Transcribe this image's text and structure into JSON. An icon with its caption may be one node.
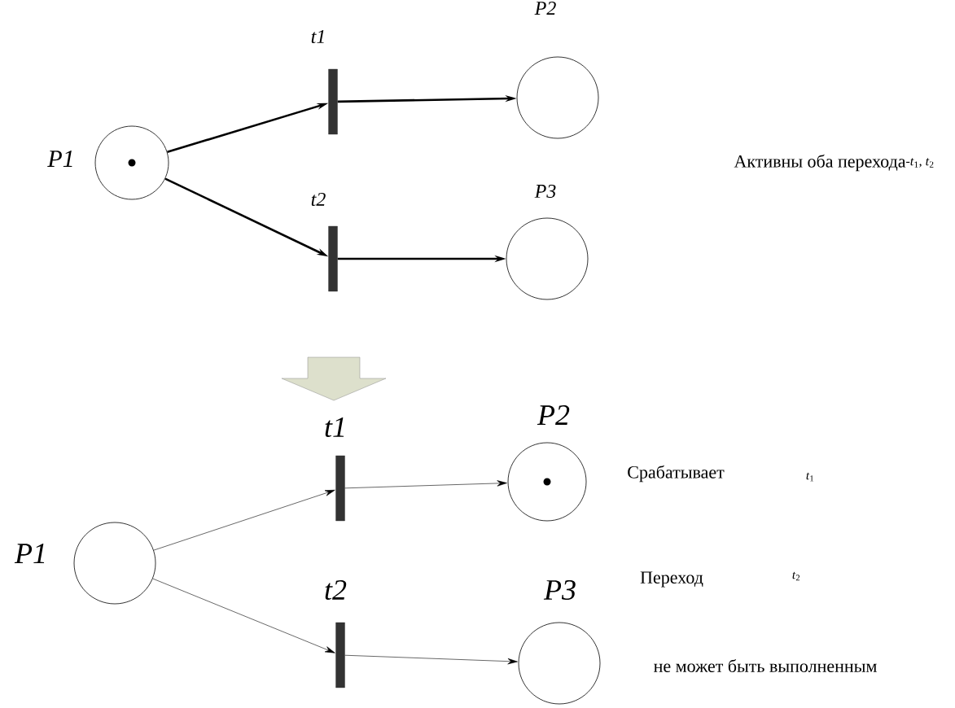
{
  "diagram": {
    "nodes": [
      {
        "text": [],
        "shape": "circle",
        "beside": [
          "P1"
        ]
      },
      {
        "text": [],
        "shape": "bar",
        "beside": [
          "t1"
        ]
      },
      {
        "text": [],
        "shape": "circle",
        "beside": [
          "P2"
        ]
      },
      {
        "text": [],
        "shape": "bar",
        "beside": [
          "t2"
        ]
      },
      {
        "text": [],
        "shape": "circle",
        "beside": [
          "P3"
        ]
      },
      {
        "text": [],
        "shape": "bar",
        "beside": [
          "t1"
        ]
      },
      {
        "text": [],
        "shape": "circle",
        "beside": [
          "P2"
        ]
      },
      {
        "text": [],
        "shape": "circle",
        "beside": [
          "P1"
        ]
      },
      {
        "text": [],
        "shape": "bar",
        "beside": [
          "t2"
        ]
      },
      {
        "text": [],
        "shape": "circle",
        "beside": [
          "P3"
        ]
      }
    ],
    "edges": [
      {
        "from": 0,
        "to": 1,
        "arrow": "to",
        "style": "thick"
      },
      {
        "from": 1,
        "to": 2,
        "arrow": "to",
        "style": "thick"
      },
      {
        "from": 0,
        "to": 3,
        "arrow": "to",
        "style": "thick"
      },
      {
        "from": 3,
        "to": 4,
        "arrow": "to",
        "style": "thick"
      },
      {
        "from": 7,
        "to": 5,
        "arrow": "to"
      },
      {
        "from": 5,
        "to": 6,
        "arrow": "to"
      },
      {
        "from": 7,
        "to": 8,
        "arrow": "to"
      },
      {
        "from": 8,
        "to": 9,
        "arrow": "to"
      }
    ],
    "labels": [
      "Активны оба перехода",
      "-*t*$_{1}$, *t*$_{2}$",
      "Срабатывает",
      "*t*$_{1}$",
      "Переход",
      "*t*$_{2}$",
      "не может быть выполненным"
    ]
  }
}
